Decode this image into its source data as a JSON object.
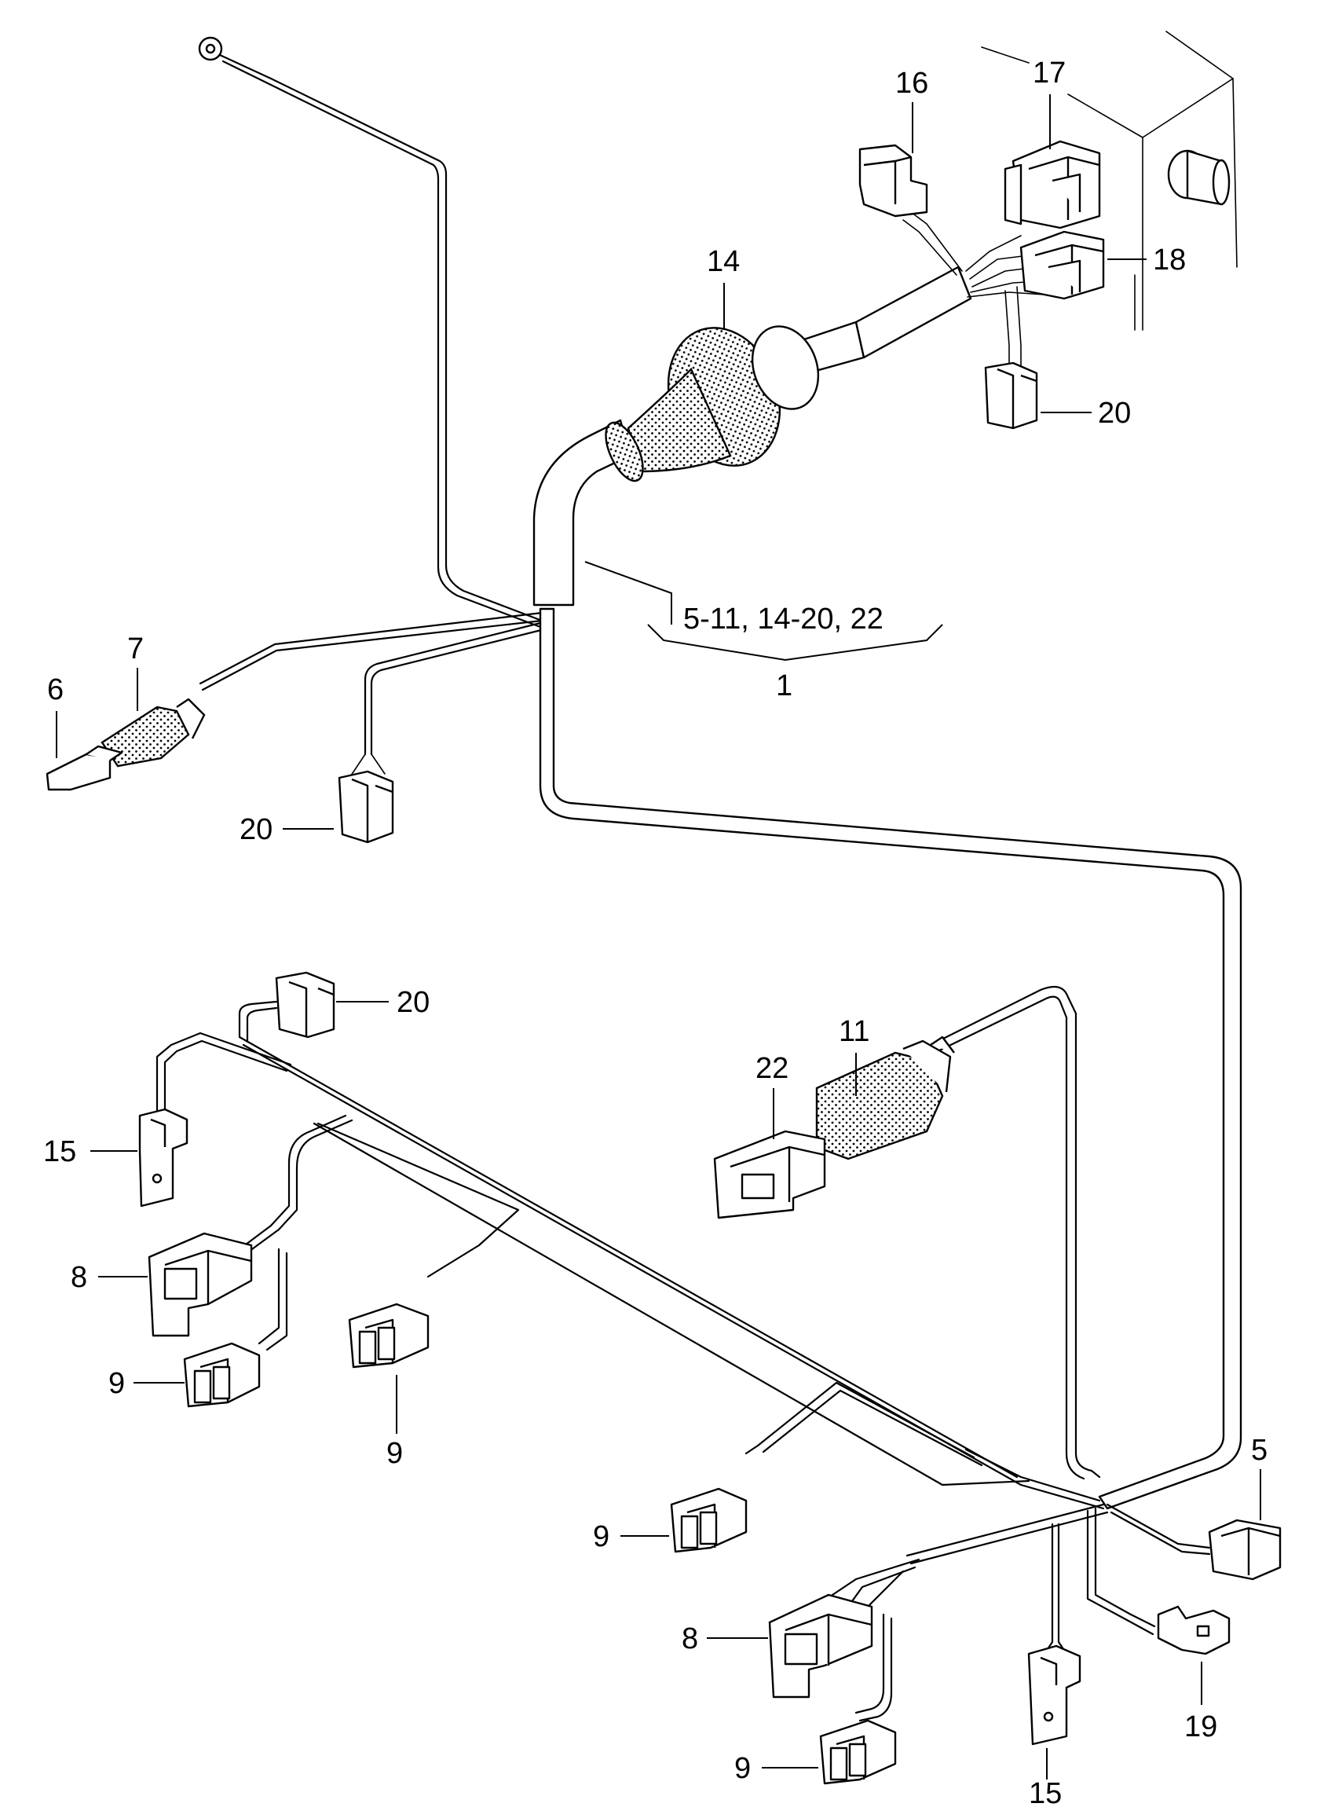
{
  "callouts": {
    "c16": "16",
    "c17": "17",
    "c18": "18",
    "c14": "14",
    "c20a": "20",
    "c7": "7",
    "c6": "6",
    "c20b": "20",
    "c20c": "20",
    "c11": "11",
    "c22": "22",
    "c15a": "15",
    "c8a": "8",
    "c9a": "9",
    "c9b": "9",
    "c5": "5",
    "c9c": "9",
    "c8b": "8",
    "c19": "19",
    "c9d": "9",
    "c15b": "15"
  },
  "group_label": {
    "range": "5-11, 14-20, 22",
    "parent": "1"
  }
}
